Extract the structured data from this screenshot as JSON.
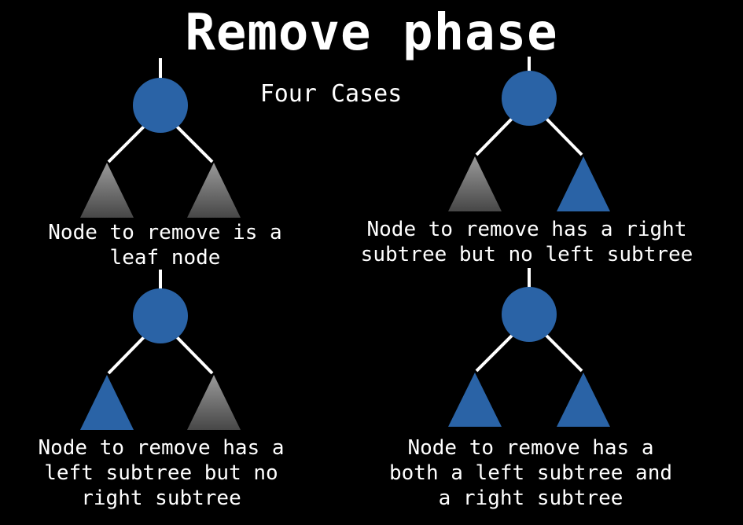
{
  "title": "Remove phase",
  "subtitle": "Four Cases",
  "colors": {
    "background": "#000000",
    "node_fill": "#2a63a6",
    "subtree_present": "#2a63a6",
    "subtree_absent_top": "#9a9a9a",
    "subtree_absent_bottom": "#474747",
    "edge": "#ffffff",
    "text": "#ffffff"
  },
  "cases": [
    {
      "caption": "Node to remove is a\nleaf node",
      "left_subtree": "absent",
      "right_subtree": "absent"
    },
    {
      "caption": "Node to remove has a right\nsubtree but no left subtree",
      "left_subtree": "absent",
      "right_subtree": "present"
    },
    {
      "caption": "Node to remove has a\nleft subtree but no\nright subtree",
      "left_subtree": "present",
      "right_subtree": "absent"
    },
    {
      "caption": "Node to remove has a\nboth a left subtree and\na right subtree",
      "left_subtree": "present",
      "right_subtree": "present"
    }
  ]
}
